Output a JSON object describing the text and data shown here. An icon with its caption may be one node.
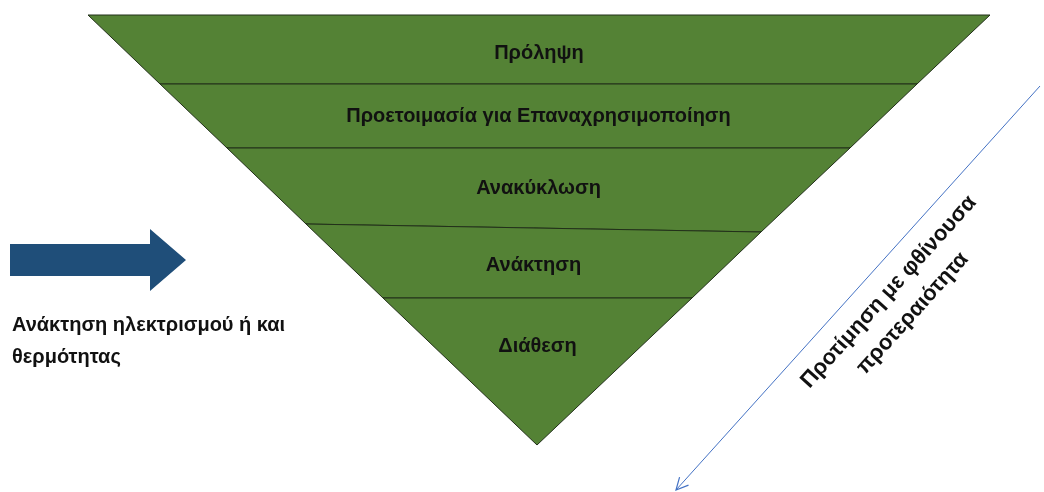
{
  "diagram": {
    "nodes": [
      {
        "text": [
          "Πρόληψη"
        ]
      },
      {
        "text": [
          "Προετοιμασία για Επαναχρησιμοποίηση"
        ]
      },
      {
        "text": [
          "Ανακύκλωση"
        ]
      },
      {
        "text": [
          "Ανάκτηση"
        ]
      },
      {
        "text": [
          "Διάθεση"
        ]
      }
    ],
    "labels": [
      "Ανάκτηση ηλεκτρισμού ή και θερμότητας",
      "Προτίμηση με φθίνουσα προτεραιότητα"
    ]
  }
}
